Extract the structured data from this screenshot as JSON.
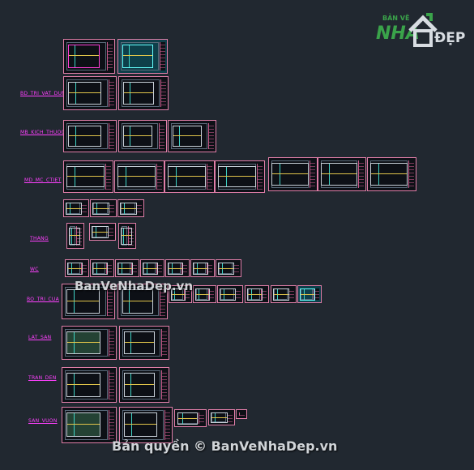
{
  "logo": {
    "top_text": "BẢN VẼ",
    "brand_left": "NHA",
    "brand_right": "ĐẸP"
  },
  "watermarks": {
    "middle": "BanVeNhaDep.vn",
    "bottom": "Bản quyền © BanVeNhaDep.vn"
  },
  "section_labels": [
    "BD_TRI_VAT_DUNG",
    "MB_KICH_THUOC",
    "MD_MC_CTIET",
    "THANG",
    "WC",
    "BO_TRI_CUA",
    "LAT_SAN",
    "TRAN_DEN",
    "SAN_VUON"
  ],
  "colors": {
    "background": "#212830",
    "label": "#ff40ff",
    "sheet_border": "#e07ea8",
    "logo_green": "#3aa34a"
  }
}
